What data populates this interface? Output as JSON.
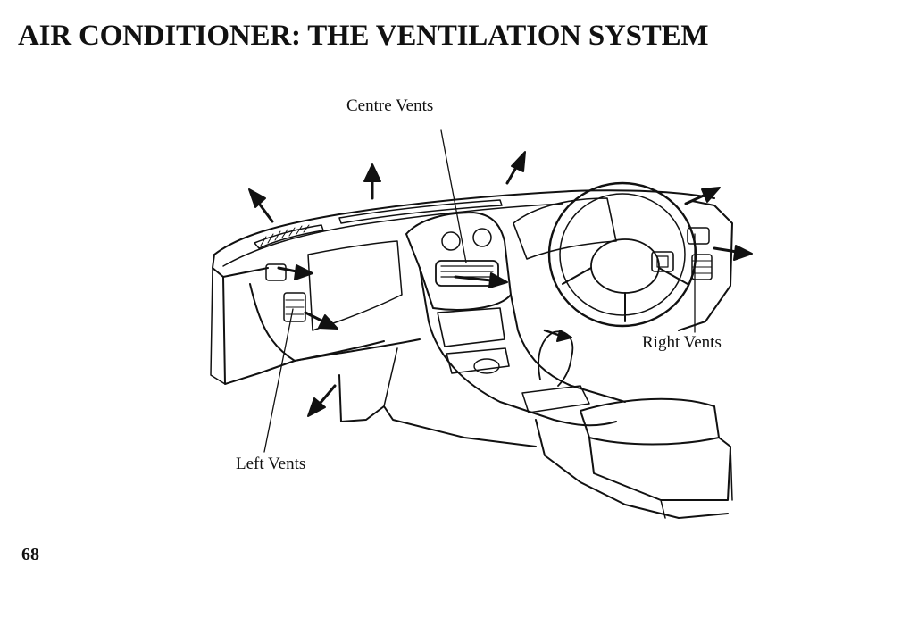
{
  "page": {
    "title": "AIR CONDITIONER:  THE VENTILATION SYSTEM",
    "page_number": "68"
  },
  "diagram": {
    "callouts": {
      "centre_vents": "Centre Vents",
      "right_vents": "Right Vents",
      "left_vents": "Left Vents"
    }
  },
  "colors": {
    "ink": "#111111",
    "paper": "#ffffff"
  }
}
